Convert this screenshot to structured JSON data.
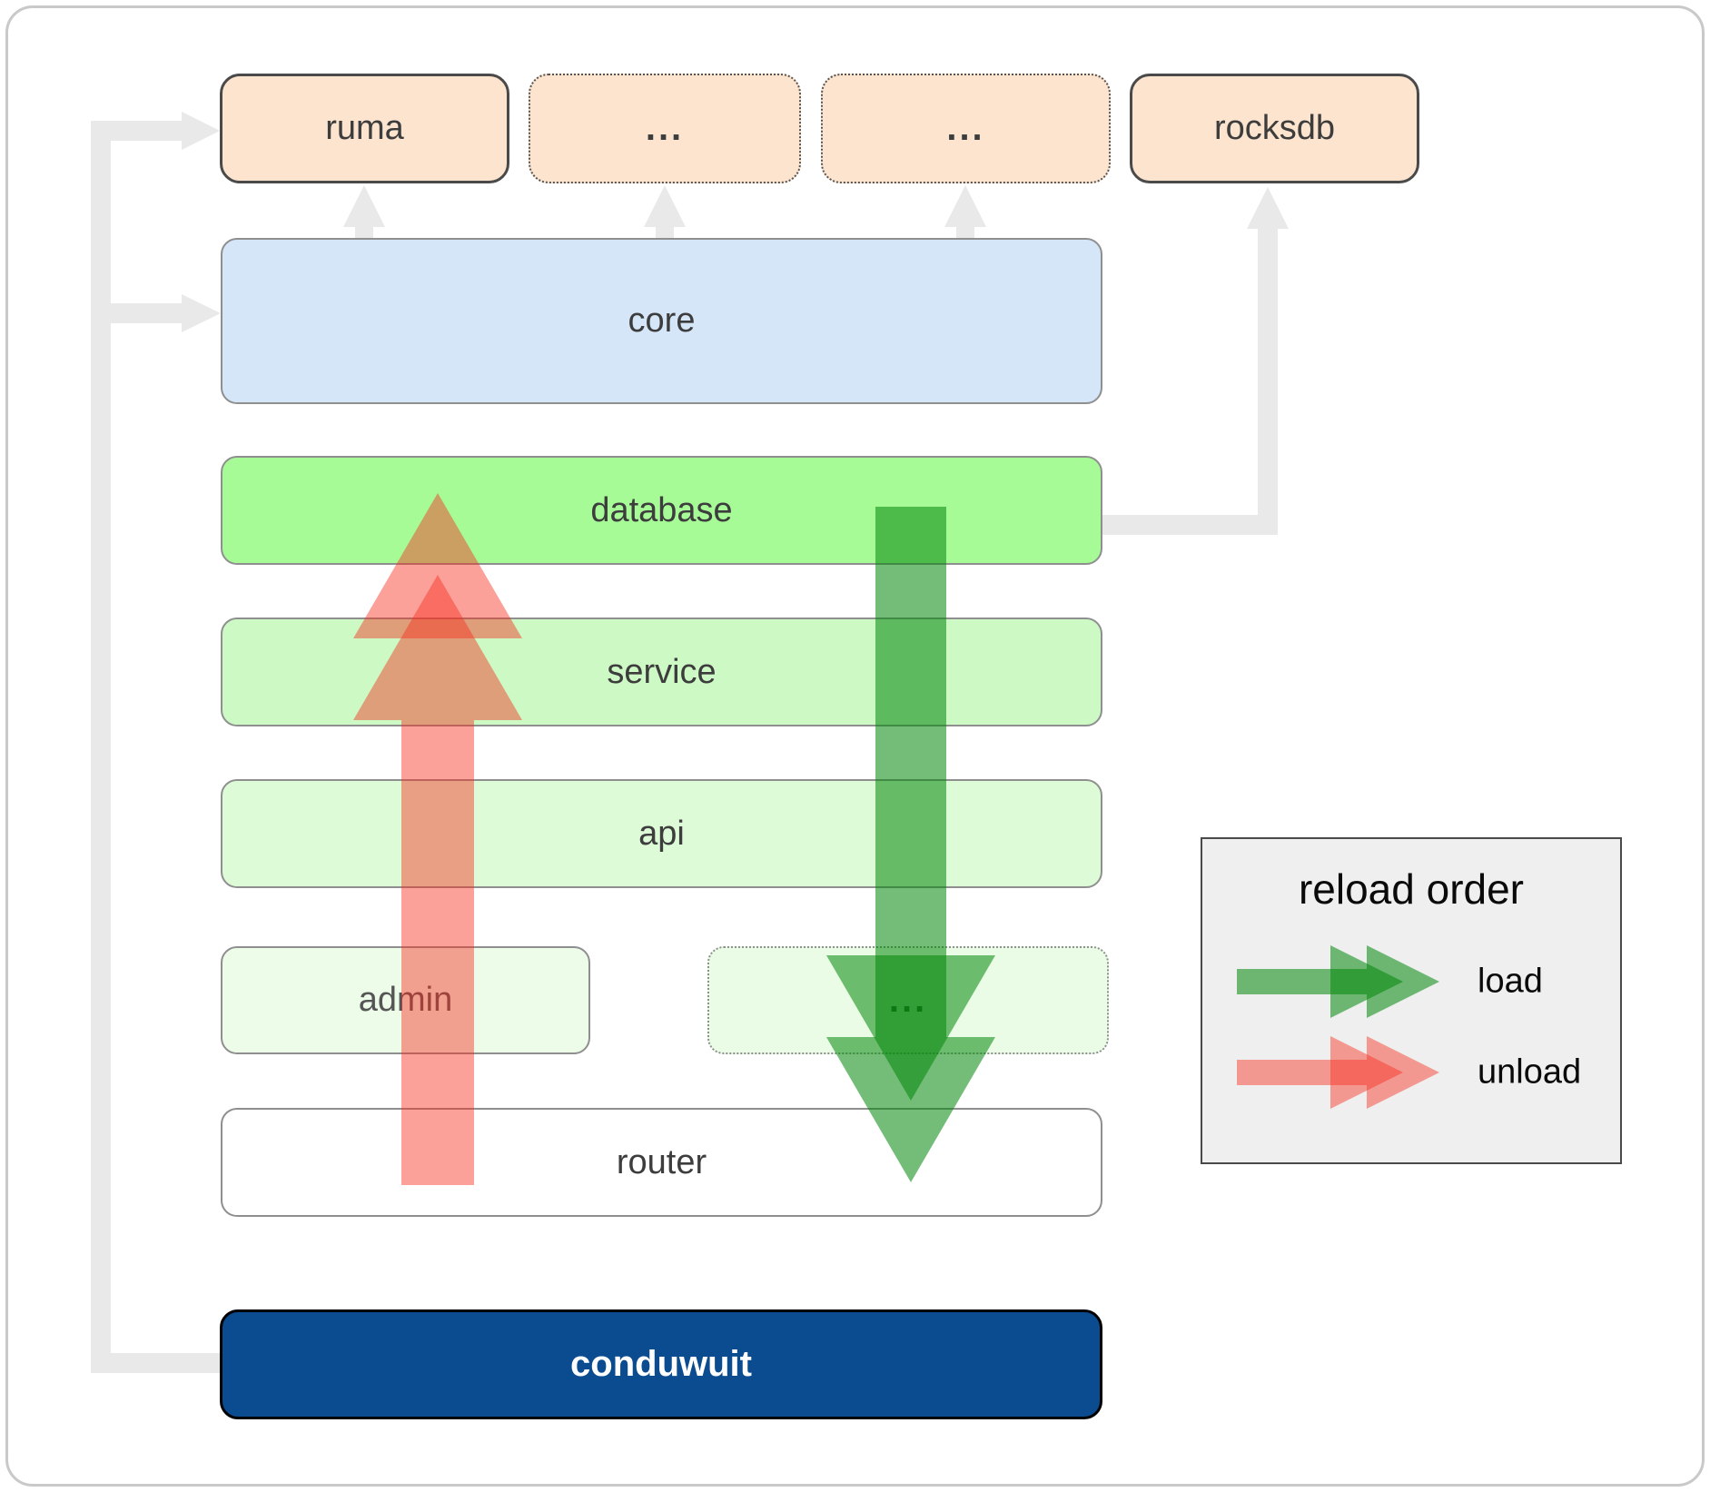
{
  "nodes": {
    "ruma": "ruma",
    "ellipsis1": "...",
    "ellipsis2": "...",
    "rocksdb": "rocksdb",
    "core": "core",
    "database": "database",
    "service": "service",
    "api": "api",
    "admin": "admin",
    "ellipsis3": "...",
    "router": "router",
    "conduwuit": "conduwuit"
  },
  "legend": {
    "title": "reload order",
    "items": [
      {
        "label": "load",
        "color": "#02870a"
      },
      {
        "label": "unload",
        "color": "#f62e1e"
      }
    ]
  },
  "colors": {
    "load_arrow": "#02870a",
    "load_arrow_opacity": "0.55",
    "unload_arrow": "#f62e1e",
    "unload_arrow_opacity": "0.45",
    "connector": "#e9e9e9"
  }
}
